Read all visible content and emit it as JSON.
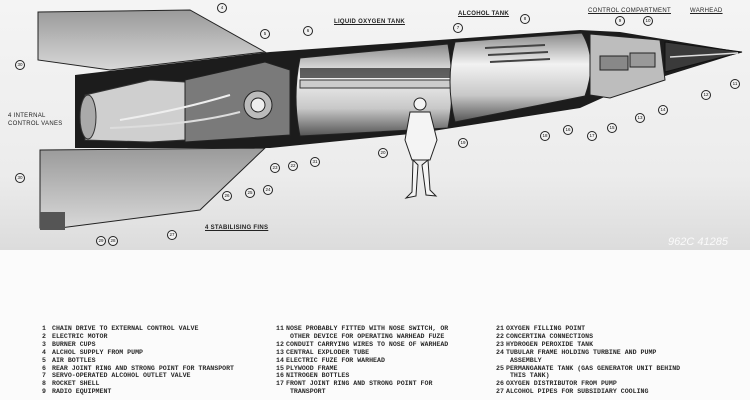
{
  "diagram": {
    "labels": {
      "lox_tank": "LIQUID OXYGEN TANK",
      "alcohol_tank": "ALCOHOL TANK",
      "control_compartment": "CONTROL COMPARTMENT",
      "warhead": "WARHEAD",
      "control_vanes_1": "4 INTERNAL",
      "control_vanes_2": "CONTROL VANES",
      "fins": "4 STABILISING FINS"
    },
    "callouts": [
      "30",
      "30",
      "4",
      "5",
      "6",
      "31",
      "22",
      "23",
      "24",
      "25",
      "26",
      "27",
      "28",
      "29",
      "20",
      "7",
      "8",
      "9",
      "10",
      "11",
      "12",
      "13",
      "14",
      "15",
      "16",
      "17",
      "18",
      "19"
    ],
    "stamp": "962C 41285"
  },
  "legend": {
    "col1": [
      {
        "n": "1",
        "t": "CHAIN DRIVE TO EXTERNAL CONTROL VALVE"
      },
      {
        "n": "2",
        "t": "ELECTRIC MOTOR"
      },
      {
        "n": "3",
        "t": "BURNER CUPS"
      },
      {
        "n": "4",
        "t": "ALCHOL SUPPLY FROM PUMP"
      },
      {
        "n": "5",
        "t": "AIR BOTTLES"
      },
      {
        "n": "6",
        "t": "REAR JOINT RING AND STRONG POINT FOR TRANSPORT"
      },
      {
        "n": "7",
        "t": "SERVO-OPERATED ALCOHOL OUTLET VALVE"
      },
      {
        "n": "8",
        "t": "ROCKET SHELL"
      },
      {
        "n": "9",
        "t": "RADIO EQUIPMENT"
      }
    ],
    "col2": [
      {
        "n": "11",
        "t": "NOSE PROBABLY FITTED WITH NOSE SWITCH, OR\n OTHER DEVICE FOR OPERATING WARHEAD FUZE"
      },
      {
        "n": "12",
        "t": "CONDUIT CARRYING WIRES TO NOSE OF WARHEAD"
      },
      {
        "n": "13",
        "t": "CENTRAL EXPLODER TUBE"
      },
      {
        "n": "14",
        "t": "ELECTRIC FUZE FOR WARHEAD"
      },
      {
        "n": "15",
        "t": "PLYWOOD FRAME"
      },
      {
        "n": "16",
        "t": "NITROGEN BOTTLES"
      },
      {
        "n": "17",
        "t": "FRONT JOINT RING AND STRONG POINT FOR\n TRANSPORT"
      }
    ],
    "col3": [
      {
        "n": "21",
        "t": "OXYGEN FILLING POINT"
      },
      {
        "n": "22",
        "t": "CONCERTINA CONNECTIONS"
      },
      {
        "n": "23",
        "t": "HYDROGEN PEROXIDE TANK"
      },
      {
        "n": "24",
        "t": "TUBULAR FRAME HOLDING TURBINE AND PUMP\n ASSEMBLY"
      },
      {
        "n": "25",
        "t": "PERMANGANATE TANK (GAS GENERATOR UNIT BEHIND\n THIS TANK)"
      },
      {
        "n": "26",
        "t": "OXYGEN DISTRIBUTOR FROM PUMP"
      },
      {
        "n": "27",
        "t": "ALCOHOL PIPES FOR SUBSIDIARY COOLING"
      }
    ]
  }
}
